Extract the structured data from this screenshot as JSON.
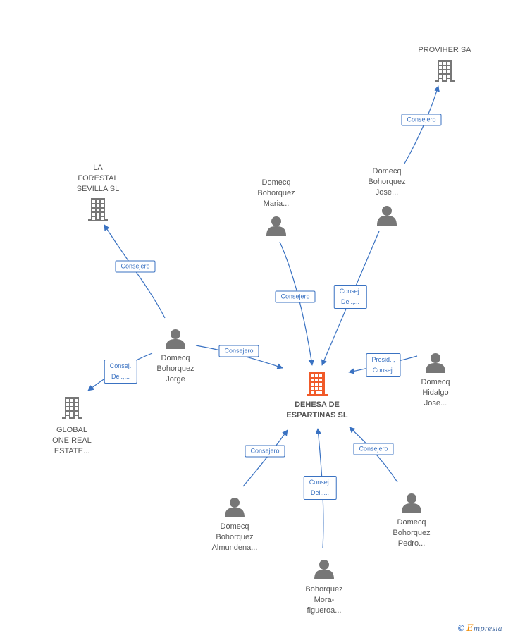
{
  "colors": {
    "edge": "#3a72c2",
    "company": "#777777",
    "main_company": "#f15a29",
    "person": "#777777"
  },
  "nodes": [
    {
      "id": "dehesa",
      "type": "main-company",
      "label": "DEHESA DE\nESPARTINAS SL"
    },
    {
      "id": "proviher",
      "type": "company",
      "label": "PROVIHER SA"
    },
    {
      "id": "forestal",
      "type": "company",
      "label": "LA\nFORESTAL\nSEVILLA  SL"
    },
    {
      "id": "global",
      "type": "company",
      "label": "GLOBAL\nONE REAL\nESTATE..."
    },
    {
      "id": "jorge",
      "type": "person",
      "label": "Domecq\nBohorquez\nJorge"
    },
    {
      "id": "maria",
      "type": "person",
      "label": "Domecq\nBohorquez\nMaria..."
    },
    {
      "id": "josebohorquez",
      "type": "person",
      "label": "Domecq\nBohorquez\nJose..."
    },
    {
      "id": "josehidalgo",
      "type": "person",
      "label": "Domecq\nHidalgo\nJose..."
    },
    {
      "id": "almundena",
      "type": "person",
      "label": "Domecq\nBohorquez\nAlmundena..."
    },
    {
      "id": "mora",
      "type": "person",
      "label": "Bohorquez\nMora-\nfigueroa..."
    },
    {
      "id": "pedro",
      "type": "person",
      "label": "Domecq\nBohorquez\nPedro..."
    }
  ],
  "edges": [
    {
      "from": "josebohorquez",
      "to": "proviher",
      "label": "Consejero"
    },
    {
      "from": "jorge",
      "to": "forestal",
      "label": "Consejero"
    },
    {
      "from": "jorge",
      "to": "global",
      "label": "Consej.\nDel.,..."
    },
    {
      "from": "jorge",
      "to": "dehesa",
      "label": "Consejero"
    },
    {
      "from": "maria",
      "to": "dehesa",
      "label": "Consejero"
    },
    {
      "from": "josebohorquez",
      "to": "dehesa",
      "label": "Consej.\nDel.,..."
    },
    {
      "from": "josehidalgo",
      "to": "dehesa",
      "label": "Presid. ,\nConsej."
    },
    {
      "from": "almundena",
      "to": "dehesa",
      "label": "Consejero"
    },
    {
      "from": "mora",
      "to": "dehesa",
      "label": "Consej.\nDel.,..."
    },
    {
      "from": "pedro",
      "to": "dehesa",
      "label": "Consejero"
    }
  ],
  "credit": {
    "symbol": "©",
    "brand_initial": "E",
    "brand_rest": "mpresia"
  }
}
